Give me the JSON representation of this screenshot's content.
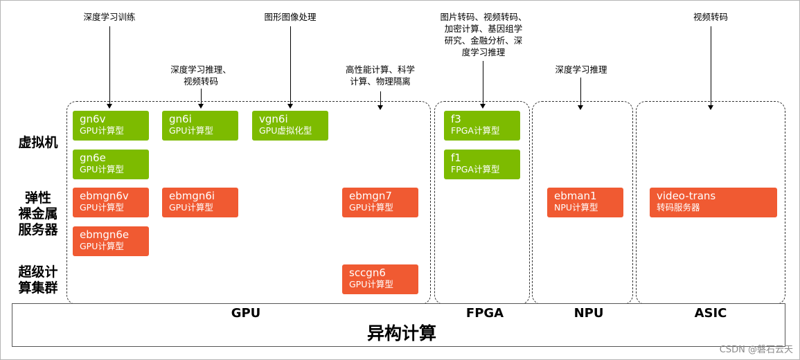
{
  "title": "异构计算",
  "row_labels": {
    "vm": "虚拟机",
    "ebm": "弹性\n裸金属\n服务器",
    "scc": "超级计\n算集群"
  },
  "categories": {
    "gpu": "GPU",
    "fpga": "FPGA",
    "npu": "NPU",
    "asic": "ASIC"
  },
  "notes": {
    "dl_training": "深度学习训练",
    "dl_inference_video": "深度学习推理、\n视频转码",
    "graphics": "图形图像处理",
    "hpc": "高性能计算、科学\n计算、物理隔离",
    "fpga_uses": "图片转码、视频转码、\n加密计算、基因组学\n研究、金融分析、深\n度学习推理",
    "npu_use": "深度学习推理",
    "asic_use": "视频转码"
  },
  "instances": {
    "gn6v": {
      "name": "gn6v",
      "type": "GPU计算型"
    },
    "gn6e": {
      "name": "gn6e",
      "type": "GPU计算型"
    },
    "gn6i": {
      "name": "gn6i",
      "type": "GPU计算型"
    },
    "vgn6i": {
      "name": "vgn6i",
      "type": "GPU虚拟化型"
    },
    "ebmgn6v": {
      "name": "ebmgn6v",
      "type": "GPU计算型"
    },
    "ebmgn6e": {
      "name": "ebmgn6e",
      "type": "GPU计算型"
    },
    "ebmgn6i": {
      "name": "ebmgn6i",
      "type": "GPU计算型"
    },
    "ebmgn7": {
      "name": "ebmgn7",
      "type": "GPU计算型"
    },
    "sccgn6": {
      "name": "sccgn6",
      "type": "GPU计算型"
    },
    "f3": {
      "name": "f3",
      "type": "FPGA计算型"
    },
    "f1": {
      "name": "f1",
      "type": "FPGA计算型"
    },
    "ebman1": {
      "name": "ebman1",
      "type": "NPU计算型"
    },
    "video_trans": {
      "name": "video-trans",
      "type": "转码服务器"
    }
  },
  "colors": {
    "vm_card": "#7dbb00",
    "bare_metal_card": "#f05a32"
  },
  "watermark": "CSDN @磐石云天"
}
